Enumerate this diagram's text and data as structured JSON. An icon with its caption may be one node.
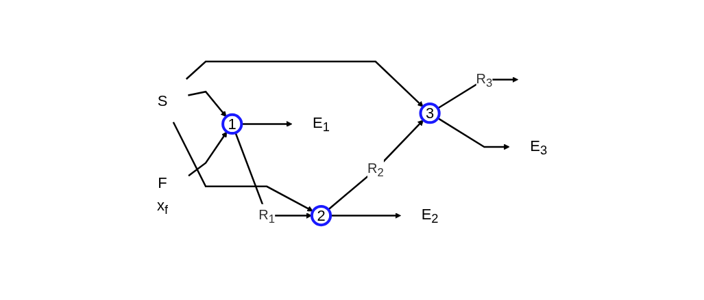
{
  "diagram": {
    "nodes": [
      {
        "text": [
          "S"
        ]
      },
      {
        "text": [
          "F",
          "x$_{f}$"
        ]
      },
      {
        "text": [
          "1"
        ]
      },
      {
        "text": [
          "2"
        ]
      },
      {
        "text": [
          "3"
        ]
      },
      {
        "text": [
          "E$_{1}$"
        ]
      },
      {
        "text": [
          "E$_{2}$"
        ]
      },
      {
        "text": [
          "E$_{3}$"
        ]
      }
    ],
    "edges": [
      {
        "from": 0,
        "to": 2,
        "arrow": "to"
      },
      {
        "from": 0,
        "to": 3,
        "arrow": "to"
      },
      {
        "from": 0,
        "to": 4,
        "arrow": "to"
      },
      {
        "from": 1,
        "to": 2,
        "arrow": "to"
      },
      {
        "from": 2,
        "to": 3,
        "label": "R$_{1}$",
        "arrow": "to"
      },
      {
        "from": 3,
        "to": 4,
        "label": "R$_{2}$",
        "arrow": "to"
      },
      {
        "from": 4,
        "to": null,
        "label": "R$_{3}$",
        "arrow": "to"
      },
      {
        "from": 2,
        "to": 5,
        "arrow": "to"
      },
      {
        "from": 3,
        "to": 6,
        "arrow": "to"
      },
      {
        "from": 4,
        "to": 7,
        "arrow": "to"
      }
    ]
  }
}
